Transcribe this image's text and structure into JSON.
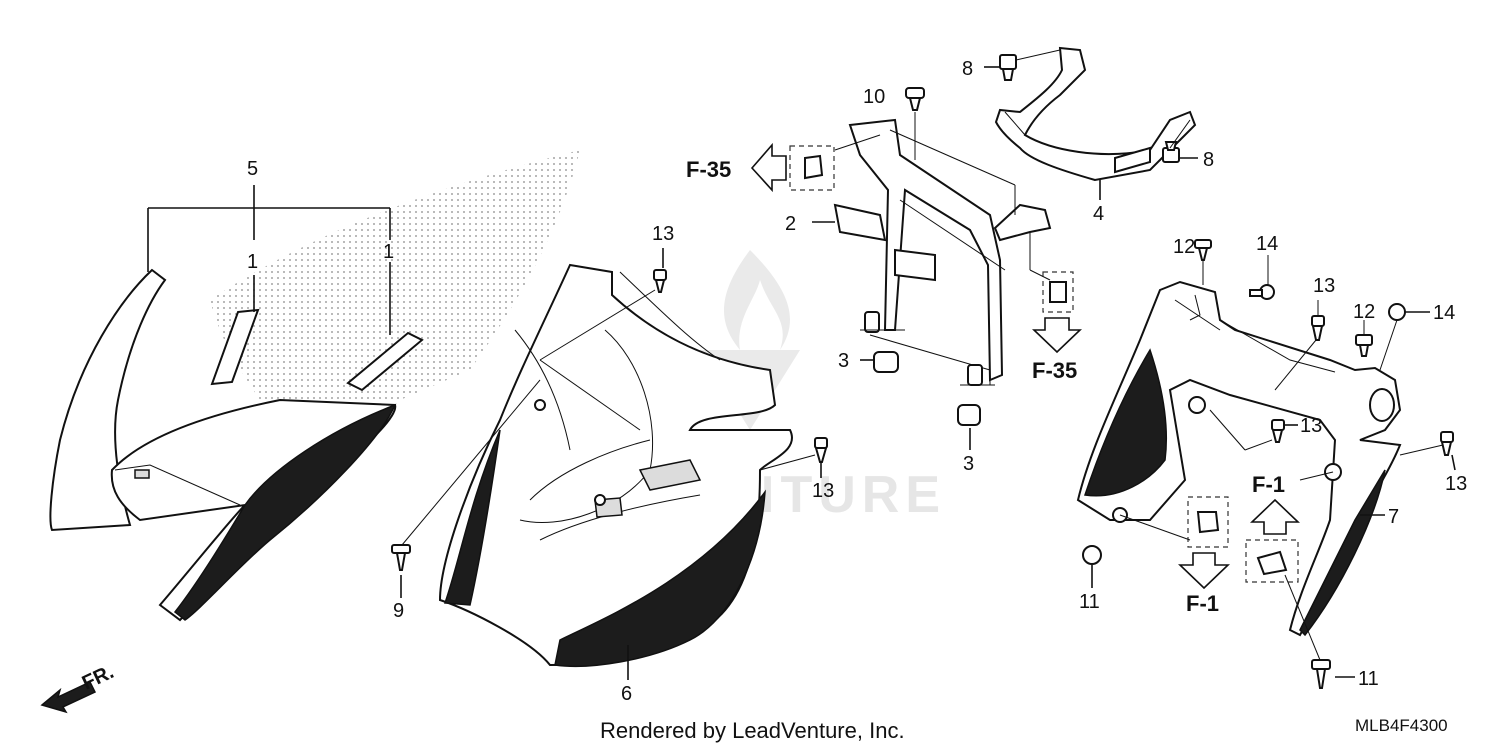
{
  "callouts": [
    {
      "id": "c5",
      "label": "5"
    },
    {
      "id": "c1a",
      "label": "1"
    },
    {
      "id": "c1b",
      "label": "1"
    },
    {
      "id": "c13a",
      "label": "13"
    },
    {
      "id": "c13b",
      "label": "13"
    },
    {
      "id": "c9",
      "label": "9"
    },
    {
      "id": "c6",
      "label": "6"
    },
    {
      "id": "c2",
      "label": "2"
    },
    {
      "id": "c10",
      "label": "10"
    },
    {
      "id": "c3a",
      "label": "3"
    },
    {
      "id": "c3b",
      "label": "3"
    },
    {
      "id": "c8a",
      "label": "8"
    },
    {
      "id": "c8b",
      "label": "8"
    },
    {
      "id": "c4",
      "label": "4"
    },
    {
      "id": "c12a",
      "label": "12"
    },
    {
      "id": "c14a",
      "label": "14"
    },
    {
      "id": "c13c",
      "label": "13"
    },
    {
      "id": "c12b",
      "label": "12"
    },
    {
      "id": "c14b",
      "label": "14"
    },
    {
      "id": "c13d",
      "label": "13"
    },
    {
      "id": "c13e",
      "label": "13"
    },
    {
      "id": "c7",
      "label": "7"
    },
    {
      "id": "c11a",
      "label": "11"
    },
    {
      "id": "c11b",
      "label": "11"
    }
  ],
  "refs": {
    "f35_left": "F-35",
    "f35_right": "F-35",
    "f1_up": "F-1",
    "f1_down": "F-1"
  },
  "direction_label": "FR.",
  "watermark_text": "LEADVENTURE",
  "footer": {
    "rendered_by": "Rendered by LeadVenture, Inc.",
    "diagram_code": "MLB4F4300"
  }
}
